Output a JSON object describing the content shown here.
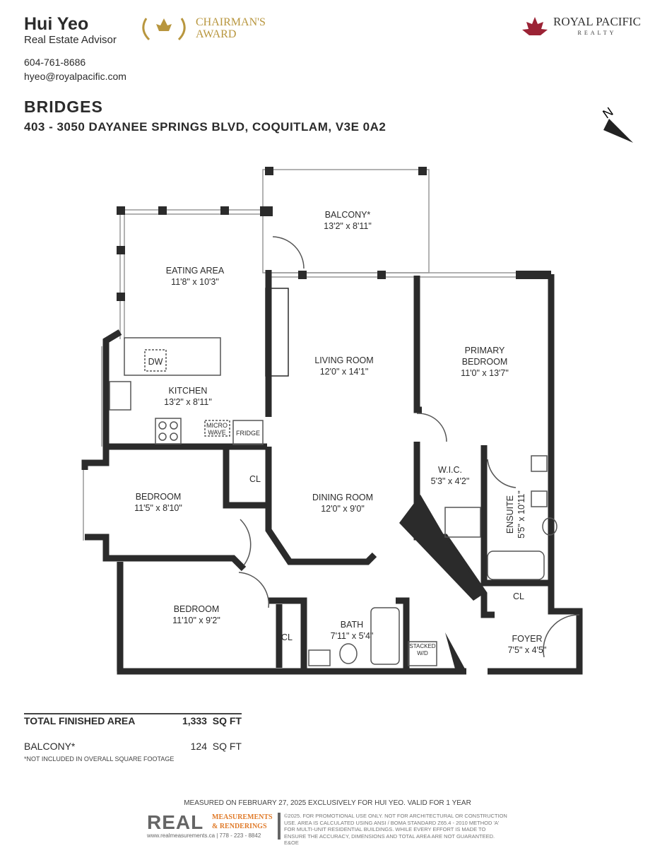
{
  "agent": {
    "name": "Hui Yeo",
    "title": "Real Estate Advisor",
    "phone": "604-761-8686",
    "email": "hyeo@royalpacific.com"
  },
  "award": {
    "line1": "CHAIRMAN'S",
    "line2": "AWARD"
  },
  "brokerage": {
    "name": "ROYAL PACIFIC",
    "sub": "REALTY",
    "color": "#9b2335"
  },
  "property": {
    "building": "BRIDGES",
    "address": "403 - 3050 DAYANEE SPRINGS BLVD, COQUITLAM, V3E 0A2"
  },
  "compass": "N",
  "rooms": [
    {
      "name": "BALCONY*",
      "dim": "13'2\" x 8'11\""
    },
    {
      "name": "EATING AREA",
      "dim": "11'8\" x 10'3\""
    },
    {
      "name": "LIVING ROOM",
      "dim": "12'0\" x 14'1\""
    },
    {
      "name": "PRIMARY BEDROOM",
      "dim": "11'0\" x 13'7\""
    },
    {
      "name": "KITCHEN",
      "dim": "13'2\" x 8'11\""
    },
    {
      "name": "BEDROOM",
      "dim": "11'5\" x 8'10\""
    },
    {
      "name": "DINING ROOM",
      "dim": "12'0\" x 9'0\""
    },
    {
      "name": "W.I.C.",
      "dim": "5'3\" x 4'2\""
    },
    {
      "name": "ENSUITE",
      "dim": "5'5\" x 10'11\""
    },
    {
      "name": "BEDROOM",
      "dim": "11'10\" x 9'2\""
    },
    {
      "name": "BATH",
      "dim": "7'11\" x 5'4\""
    },
    {
      "name": "FOYER",
      "dim": "7'5\" x 4'5\""
    }
  ],
  "fixtures": {
    "dw": "DW",
    "micro": "MICRO WAVE",
    "fridge": "FRIDGE",
    "cl": "CL",
    "wd": "STACKED W/D"
  },
  "areas": {
    "total_label": "TOTAL FINISHED AREA",
    "total_value": "1,333",
    "unit": "SQ FT",
    "balcony_label": "BALCONY*",
    "balcony_value": "124",
    "note": "*NOT INCLUDED IN OVERALL SQUARE FOOTAGE"
  },
  "footer": {
    "measured": "MEASURED ON FEBRUARY 27, 2025 EXCLUSIVELY FOR HUI YEO. VALID FOR 1 YEAR",
    "logo": "REAL",
    "logo_sub1": "MEASUREMENTS",
    "logo_sub2": "& RENDERINGS",
    "contact": "www.realmeasurements.ca | 778 - 223 - 8842",
    "disclaimer": "©2025. FOR PROMOTIONAL USE ONLY. NOT FOR ARCHITECTURAL OR CONSTRUCTION USE. AREA IS CALCULATED USING ANSI / BOMA STANDARD Z65.4 - 2010 METHOD 'A' FOR MULTI-UNIT RESIDENTIAL BUILDINGS. WHILE EVERY EFFORT IS MADE TO ENSURE THE ACCURACY, DIMENSIONS AND TOTAL AREA ARE NOT GUARANTEED. E&OE"
  }
}
